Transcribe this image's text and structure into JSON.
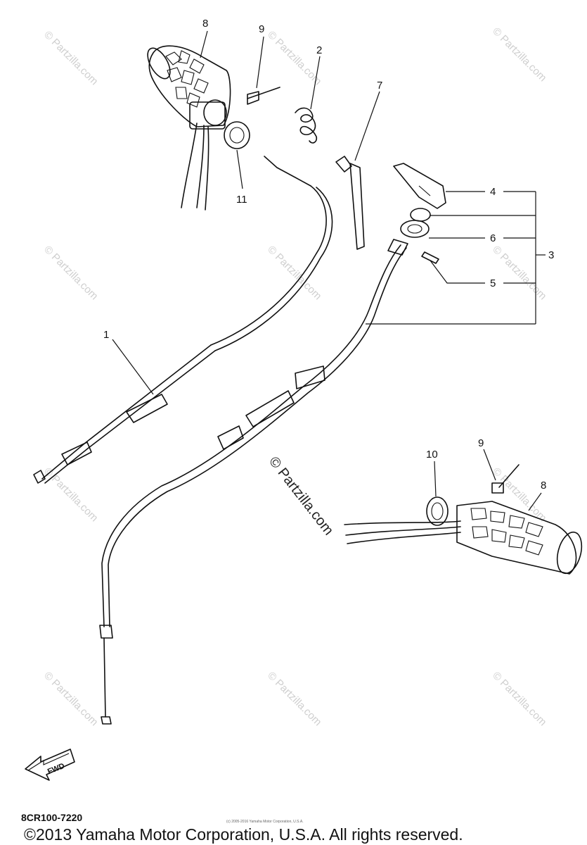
{
  "diagram": {
    "callouts": [
      {
        "id": "8a",
        "text": "8"
      },
      {
        "id": "9a",
        "text": "9"
      },
      {
        "id": "2",
        "text": "2"
      },
      {
        "id": "7",
        "text": "7"
      },
      {
        "id": "11",
        "text": "11"
      },
      {
        "id": "4",
        "text": "4"
      },
      {
        "id": "6",
        "text": "6"
      },
      {
        "id": "3",
        "text": "3"
      },
      {
        "id": "5",
        "text": "5"
      },
      {
        "id": "1",
        "text": "1"
      },
      {
        "id": "10",
        "text": "10"
      },
      {
        "id": "9b",
        "text": "9"
      },
      {
        "id": "8b",
        "text": "8"
      }
    ],
    "fwd_label": "FWD",
    "diagram_code": "8CR100-7220",
    "watermark_small": "© Partzilla.com",
    "watermark_large": "© Partzilla.com",
    "fine_print": "(c) 2005-2016 Yamaha Motor Corporation, U.S.A.",
    "copyright": "©2013 Yamaha Motor Corporation, U.S.A. All rights reserved."
  }
}
